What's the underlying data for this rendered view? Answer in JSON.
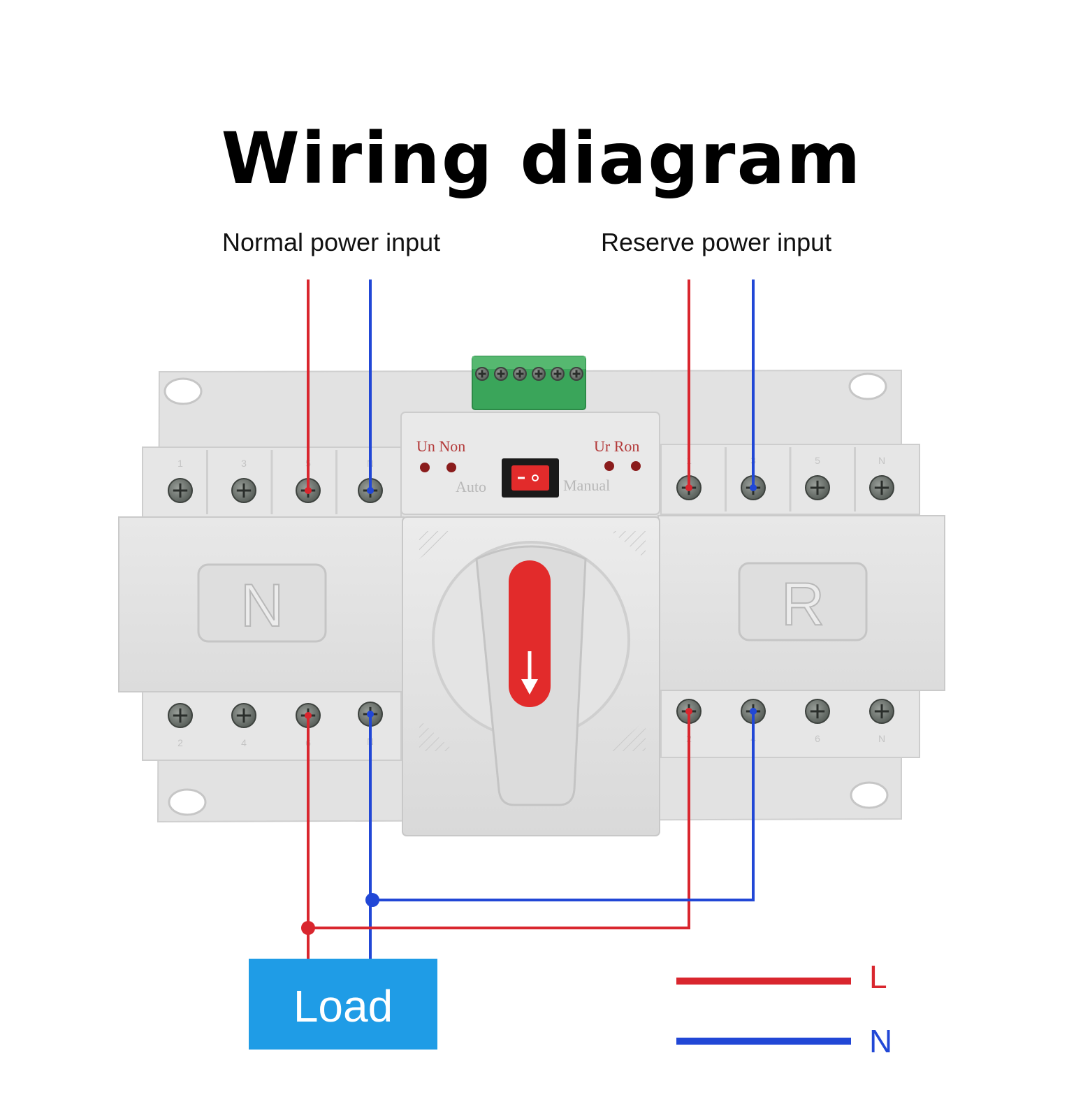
{
  "title": "Wiring diagram",
  "labels": {
    "normal_power_input": "Normal power input",
    "reserve_power_input": "Reserve power input"
  },
  "device": {
    "left_module_letter": "N",
    "right_module_letter": "R",
    "indicator_left_top": "Un Non",
    "indicator_right_top": "Ur Ron",
    "mode_auto": "Auto",
    "mode_manual": "Manual",
    "top_terminal_marks": [
      "1",
      "3",
      "5",
      "N",
      "1",
      "3",
      "5",
      "N"
    ],
    "bottom_terminal_marks": [
      "2",
      "4",
      "6",
      "N",
      "2",
      "4",
      "6",
      "N"
    ]
  },
  "load_label": "Load",
  "legend": {
    "live": {
      "label": "L",
      "color": "#d9262e"
    },
    "neutral": {
      "label": "N",
      "color": "#2147d6"
    }
  },
  "colors": {
    "wire_live": "#d9262e",
    "wire_neutral": "#2147d6",
    "load_box": "#1f9ce6",
    "terminal_block": "#3aa55a",
    "switch_red": "#e22b2b"
  }
}
